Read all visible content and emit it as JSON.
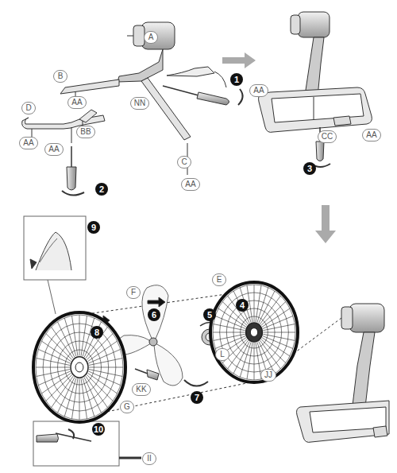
{
  "diagram": {
    "labels": [
      "A",
      "1",
      "B",
      "AA",
      "NN",
      "D",
      "AA",
      "BB",
      "AA",
      "C",
      "AA",
      "2",
      "AA",
      "AA",
      "CC",
      "3",
      "9",
      "F",
      "6",
      "E",
      "4",
      "5",
      "8",
      "L",
      "JJ",
      "G",
      "KK",
      "7",
      "10",
      "II"
    ]
  }
}
